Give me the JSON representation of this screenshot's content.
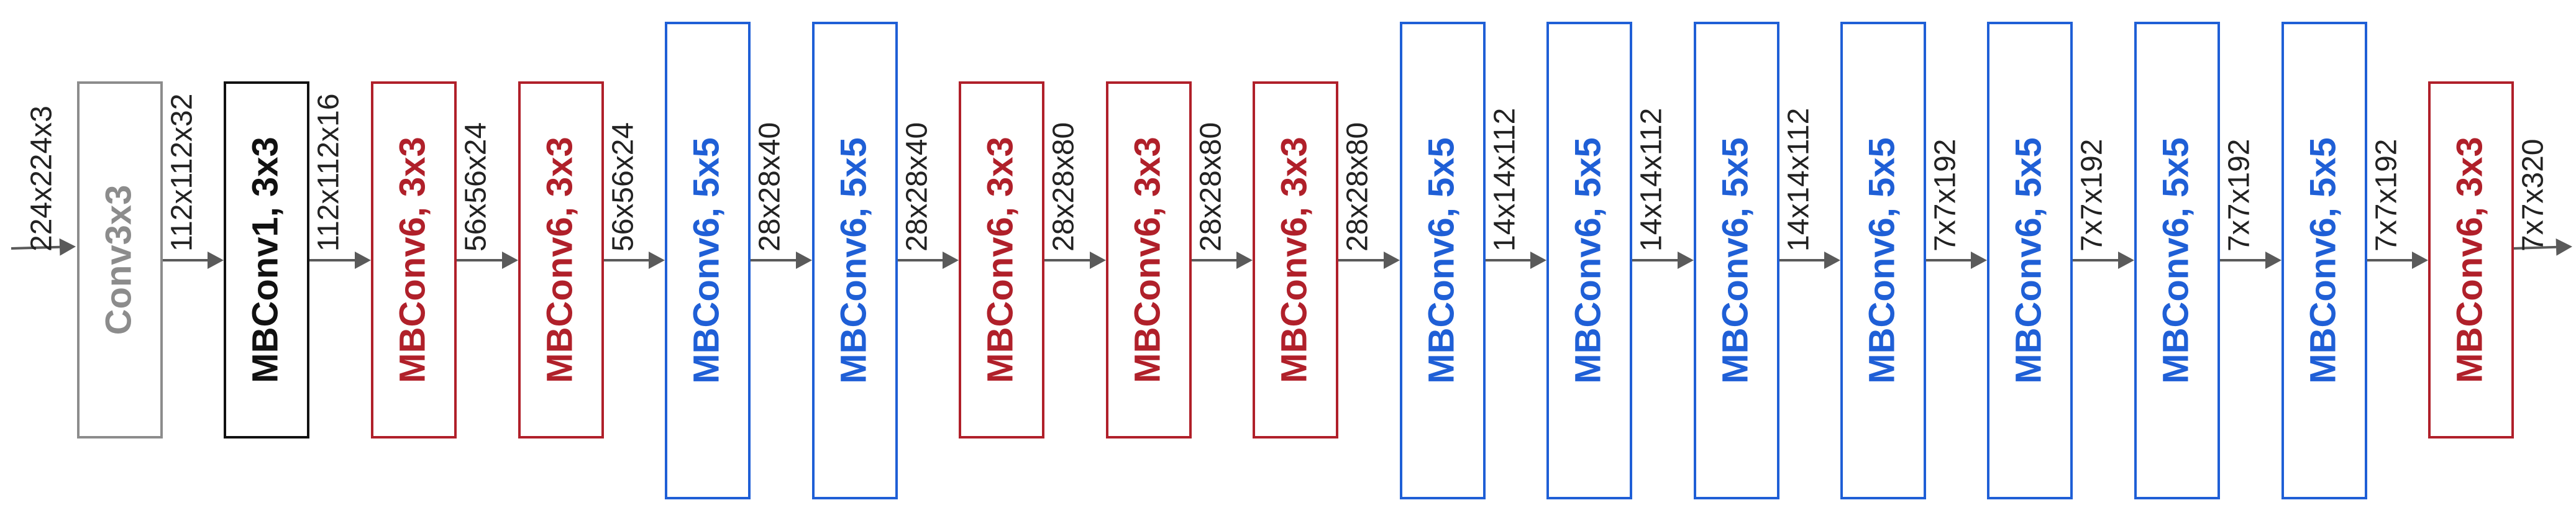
{
  "diagram": {
    "input_shape": "224x224x3",
    "output_shape": "7x7x320",
    "blocks": [
      {
        "label": "Conv3x3",
        "style": "plain"
      },
      {
        "label": "MBConv1, 3x3",
        "style": "mb1"
      },
      {
        "label": "MBConv6, 3x3",
        "style": "k3"
      },
      {
        "label": "MBConv6, 3x3",
        "style": "k3"
      },
      {
        "label": "MBConv6, 5x5",
        "style": "k5"
      },
      {
        "label": "MBConv6, 5x5",
        "style": "k5"
      },
      {
        "label": "MBConv6, 3x3",
        "style": "k3"
      },
      {
        "label": "MBConv6, 3x3",
        "style": "k3"
      },
      {
        "label": "MBConv6, 3x3",
        "style": "k3"
      },
      {
        "label": "MBConv6, 5x5",
        "style": "k5"
      },
      {
        "label": "MBConv6, 5x5",
        "style": "k5"
      },
      {
        "label": "MBConv6, 5x5",
        "style": "k5"
      },
      {
        "label": "MBConv6, 5x5",
        "style": "k5"
      },
      {
        "label": "MBConv6, 5x5",
        "style": "k5"
      },
      {
        "label": "MBConv6, 5x5",
        "style": "k5"
      },
      {
        "label": "MBConv6, 5x5",
        "style": "k5"
      },
      {
        "label": "MBConv6, 3x3",
        "style": "k3"
      }
    ],
    "between_shapes": [
      "112x112x32",
      "112x112x16",
      "56x56x24",
      "56x56x24",
      "28x28x40",
      "28x28x40",
      "28x28x80",
      "28x28x80",
      "28x28x80",
      "14x14x112",
      "14x14x112",
      "14x14x112",
      "7x7x192",
      "7x7x192",
      "7x7x192",
      "7x7x192"
    ],
    "styles": {
      "plain": {
        "stroke": "#8c8c8c",
        "text": "#8c8c8c"
      },
      "mb1": {
        "stroke": "#111111",
        "text": "#111111"
      },
      "k3": {
        "stroke": "#b0202a",
        "text": "#b0202a"
      },
      "k5": {
        "stroke": "#1f5fd6",
        "text": "#1f5fd6"
      }
    },
    "arrow_color": "#5a5a5a",
    "dim_text_color": "#222222"
  }
}
